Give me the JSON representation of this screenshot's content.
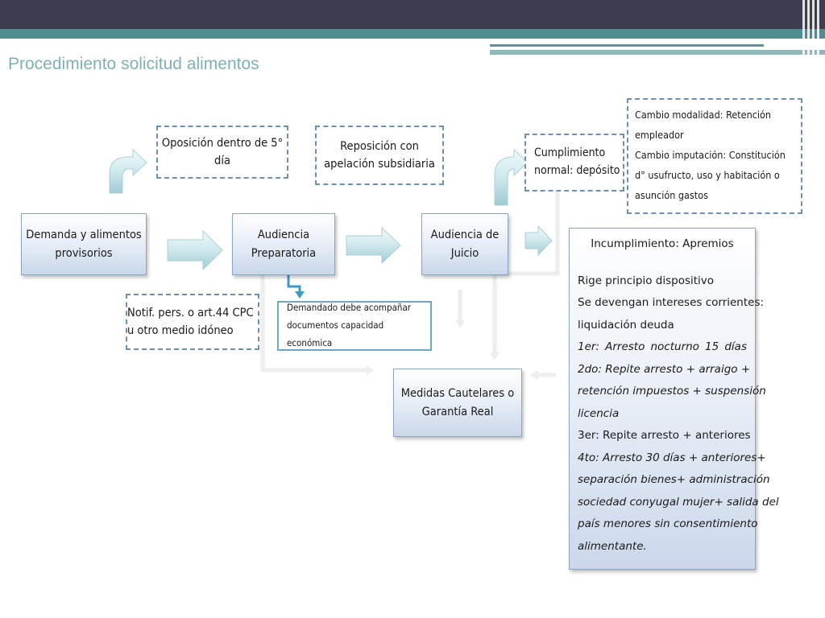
{
  "header": {
    "title": "Procedimiento solicitud  alimentos"
  },
  "boxes": {
    "demanda": "Demanda y  alimentos provisorios",
    "audiencia_preparatoria": "Audiencia Preparatoria",
    "audiencia_juicio": "Audiencia de Juicio",
    "medidas": "Medidas  Cautelares o Garantía Real",
    "oposicion": "Oposición dentro de 5° día",
    "reposicion": "Reposición con apelación subsidiaria",
    "cumplimiento": "Cumplimiento normal: depósito",
    "cambio_modalidad": "Cambio  modalidad:  Retención empleador",
    "cambio_imputacion": "Cambio imputación:  Constitución d° usufructo, uso y habitación o asunción gastos",
    "notif": "Notif. pers. o art.44 CPC u otro medio idóneo",
    "demandado": "Demandado debe acompañar documentos capacidad económica"
  },
  "incumplimiento": {
    "title": "Incumplimiento: Apremios",
    "lines": [
      "Rige principio dispositivo",
      "Se devengan intereses corrientes:",
      "liquidación deuda",
      "1er:  Arresto  nocturno  15  días",
      "2do:  Repite  arresto  +  arraigo  +",
      "retención  impuestos  +  suspensión",
      "licencia",
      "3er:  Repite  arresto  +  anteriores",
      "4to:  Arresto  30  días  +  anteriores+",
      "separación  bienes+  administración",
      "sociedad conyugal mujer+ salida del",
      "país  menores  sin  consentimiento",
      "alimentante."
    ]
  }
}
